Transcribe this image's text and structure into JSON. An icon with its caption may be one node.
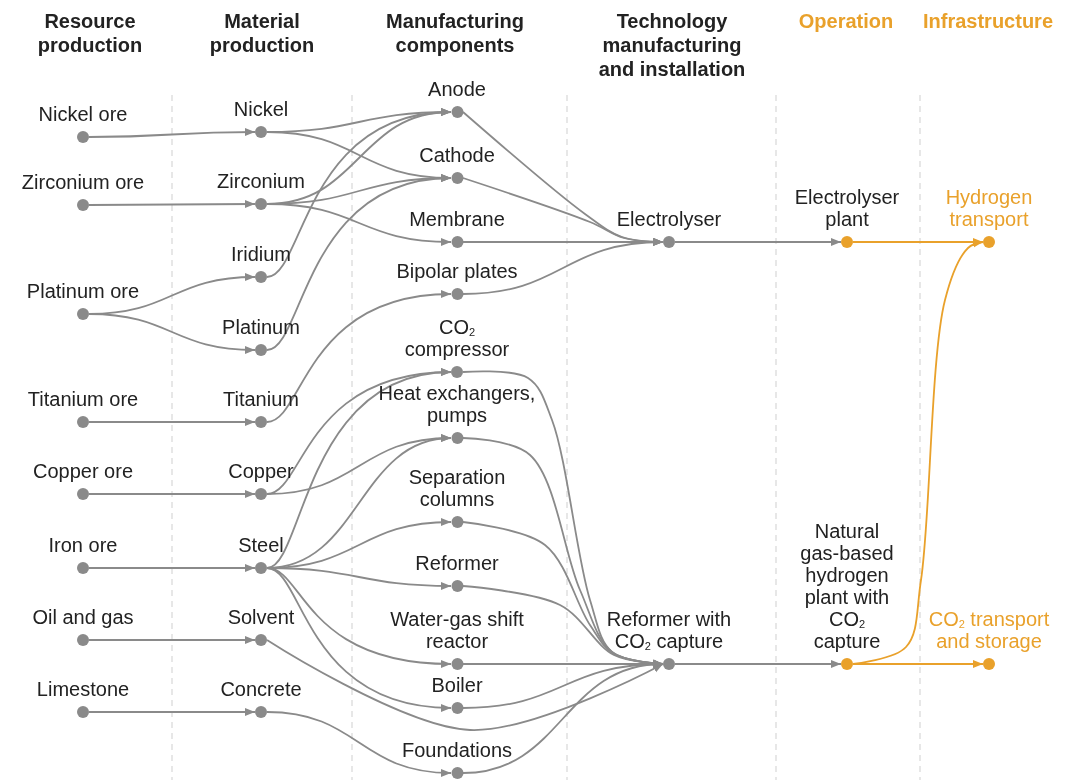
{
  "diagram": {
    "nodes": [
      {
        "text": [
          "Nickel ore"
        ]
      },
      {
        "text": [
          "Zirconium ore"
        ]
      },
      {
        "text": [
          "Platinum ore"
        ]
      },
      {
        "text": [
          "Titanium ore"
        ]
      },
      {
        "text": [
          "Copper ore"
        ]
      },
      {
        "text": [
          "Iron ore"
        ]
      },
      {
        "text": [
          "Oil and gas"
        ]
      },
      {
        "text": [
          "Limestone"
        ]
      },
      {
        "text": [
          "Nickel"
        ]
      },
      {
        "text": [
          "Zirconium"
        ]
      },
      {
        "text": [
          "Iridium"
        ]
      },
      {
        "text": [
          "Platinum"
        ]
      },
      {
        "text": [
          "Titanium"
        ]
      },
      {
        "text": [
          "Copper"
        ]
      },
      {
        "text": [
          "Steel"
        ]
      },
      {
        "text": [
          "Solvent"
        ]
      },
      {
        "text": [
          "Concrete"
        ]
      },
      {
        "text": [
          "Anode"
        ]
      },
      {
        "text": [
          "Cathode"
        ]
      },
      {
        "text": [
          "Membrane"
        ]
      },
      {
        "text": [
          "Bipolar plates"
        ]
      },
      {
        "text": [
          "CO$_{2}$ compressor"
        ]
      },
      {
        "text": [
          "Heat exchangers, pumps"
        ]
      },
      {
        "text": [
          "Separation columns"
        ]
      },
      {
        "text": [
          "Reformer"
        ]
      },
      {
        "text": [
          "Water-gas shift reactor"
        ]
      },
      {
        "text": [
          "Boiler"
        ]
      },
      {
        "text": [
          "Foundations"
        ]
      },
      {
        "text": [
          "Electrolyser"
        ]
      },
      {
        "text": [
          "Reformer with CO$_{2}$ capture"
        ]
      },
      {
        "text": [
          "Electrolyser plant"
        ]
      },
      {
        "text": [
          "Natural gas-based hydrogen plant with CO$_{2}$ capture"
        ]
      },
      {
        "text": [
          "Hydrogen transport"
        ]
      },
      {
        "text": [
          "CO$_{2}$ transport and storage"
        ]
      }
    ],
    "edges": [
      {
        "from": 0,
        "to": 8,
        "arrow": "to"
      },
      {
        "from": 1,
        "to": 9,
        "arrow": "to"
      },
      {
        "from": 2,
        "to": 10,
        "arrow": "to"
      },
      {
        "from": 2,
        "to": 11,
        "arrow": "to"
      },
      {
        "from": 3,
        "to": 12,
        "arrow": "to"
      },
      {
        "from": 4,
        "to": 13,
        "arrow": "to"
      },
      {
        "from": 5,
        "to": 14,
        "arrow": "to"
      },
      {
        "from": 6,
        "to": 15,
        "arrow": "to"
      },
      {
        "from": 7,
        "to": 16,
        "arrow": "to"
      },
      {
        "from": 8,
        "to": 17,
        "arrow": "to"
      },
      {
        "from": 8,
        "to": 18,
        "arrow": "to"
      },
      {
        "from": 9,
        "to": 17,
        "arrow": "to"
      },
      {
        "from": 9,
        "to": 18,
        "arrow": "to"
      },
      {
        "from": 9,
        "to": 19,
        "arrow": "to"
      },
      {
        "from": 10,
        "to": 17,
        "arrow": "to"
      },
      {
        "from": 11,
        "to": 18,
        "arrow": "to"
      },
      {
        "from": 12,
        "to": 20,
        "arrow": "to"
      },
      {
        "from": 13,
        "to": 21,
        "arrow": "to"
      },
      {
        "from": 13,
        "to": 22,
        "arrow": "to"
      },
      {
        "from": 14,
        "to": 21,
        "arrow": "to"
      },
      {
        "from": 14,
        "to": 22,
        "arrow": "to"
      },
      {
        "from": 14,
        "to": 23,
        "arrow": "to"
      },
      {
        "from": 14,
        "to": 24,
        "arrow": "to"
      },
      {
        "from": 14,
        "to": 25,
        "arrow": "to"
      },
      {
        "from": 14,
        "to": 26,
        "arrow": "to"
      },
      {
        "from": 15,
        "to": 29,
        "arrow": "to"
      },
      {
        "from": 16,
        "to": 27,
        "arrow": "to"
      },
      {
        "from": 17,
        "to": 28,
        "arrow": "to"
      },
      {
        "from": 18,
        "to": 28,
        "arrow": "to"
      },
      {
        "from": 19,
        "to": 28,
        "arrow": "to"
      },
      {
        "from": 20,
        "to": 28,
        "arrow": "to"
      },
      {
        "from": 21,
        "to": 29,
        "arrow": "to"
      },
      {
        "from": 22,
        "to": 29,
        "arrow": "to"
      },
      {
        "from": 23,
        "to": 29,
        "arrow": "to"
      },
      {
        "from": 24,
        "to": 29,
        "arrow": "to"
      },
      {
        "from": 25,
        "to": 29,
        "arrow": "to"
      },
      {
        "from": 26,
        "to": 29,
        "arrow": "to"
      },
      {
        "from": 27,
        "to": 29,
        "arrow": "to"
      },
      {
        "from": 28,
        "to": 30,
        "arrow": "to"
      },
      {
        "from": 29,
        "to": 31,
        "arrow": "to"
      },
      {
        "from": 30,
        "to": 32,
        "arrow": "to",
        "color": "#e9a12b"
      },
      {
        "from": 31,
        "to": 32,
        "arrow": "to",
        "color": "#e9a12b"
      },
      {
        "from": 31,
        "to": 33,
        "arrow": "to",
        "color": "#e9a12b"
      }
    ],
    "labels": [
      "Resource production",
      "Material production",
      "Manufacturing components",
      "Technology manufacturing and installation",
      "Operation",
      "Infrastructure"
    ]
  }
}
